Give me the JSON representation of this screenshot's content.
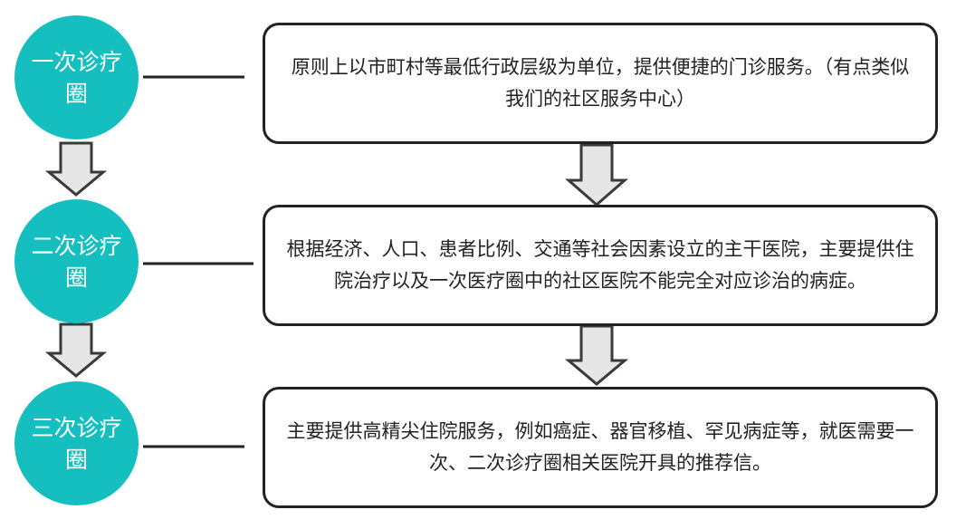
{
  "levels": [
    {
      "label": "一次诊疗圈",
      "description": "原则上以市町村等最低行政层级为单位，提供便捷的门诊服务。（有点类似我们的社区服务中心）"
    },
    {
      "label": "二次诊疗圈",
      "description": "根据经济、人口、患者比例、交通等社会因素设立的主干医院，主要提供住院治疗以及一次医疗圈中的社区医院不能完全对应诊治的病症。"
    },
    {
      "label": "三次诊疗圈",
      "description": "主要提供高精尖住院服务，例如癌症、器官移植、罕见病症等，就医需要一次、二次诊疗圈相关医院开具的推荐信。"
    }
  ],
  "colors": {
    "circle_fill": "#16bfbf",
    "circle_text": "#ffffff",
    "box_border": "#222222",
    "arrow_fill": "#e6e6e6",
    "arrow_stroke": "#3a3a3a",
    "connector": "#222222"
  },
  "icons": {
    "flow_arrow": "hollow-double-line-down-arrow"
  }
}
